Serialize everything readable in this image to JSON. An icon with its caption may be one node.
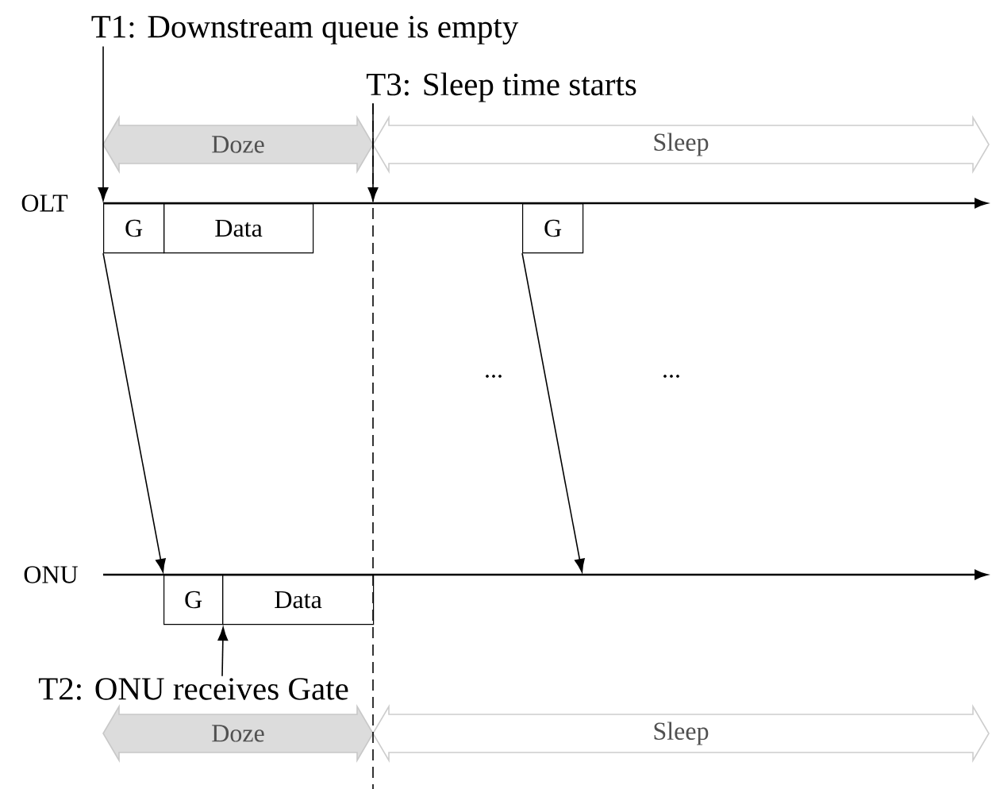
{
  "diagram": {
    "nodes": [
      {
        "text": [
          "G"
        ]
      },
      {
        "text": [
          "Data"
        ]
      },
      {
        "text": [
          "G"
        ]
      },
      {
        "text": [
          "G"
        ]
      },
      {
        "text": [
          "Data"
        ]
      },
      {
        "text": [
          "Doze"
        ]
      },
      {
        "text": [
          "Sleep"
        ]
      },
      {
        "text": [
          "Doze"
        ]
      },
      {
        "text": [
          "Sleep"
        ]
      },
      {
        "text": [
          "T1: Downstream queue is empty"
        ]
      },
      {
        "text": [
          "T3: Sleep time starts"
        ]
      },
      {
        "text": [
          "T2: ONU receives Gate"
        ]
      }
    ],
    "edges": [
      {
        "from": 9,
        "to": 0,
        "arrow": "to"
      },
      {
        "from": 10,
        "to": null,
        "arrow": "to"
      },
      {
        "from": 0,
        "to": 3,
        "arrow": "to"
      },
      {
        "from": 2,
        "to": null,
        "arrow": "to"
      },
      {
        "from": 11,
        "to": 3,
        "arrow": "to"
      }
    ],
    "labels": [
      "OLT",
      "...",
      "...",
      "ONU"
    ]
  }
}
